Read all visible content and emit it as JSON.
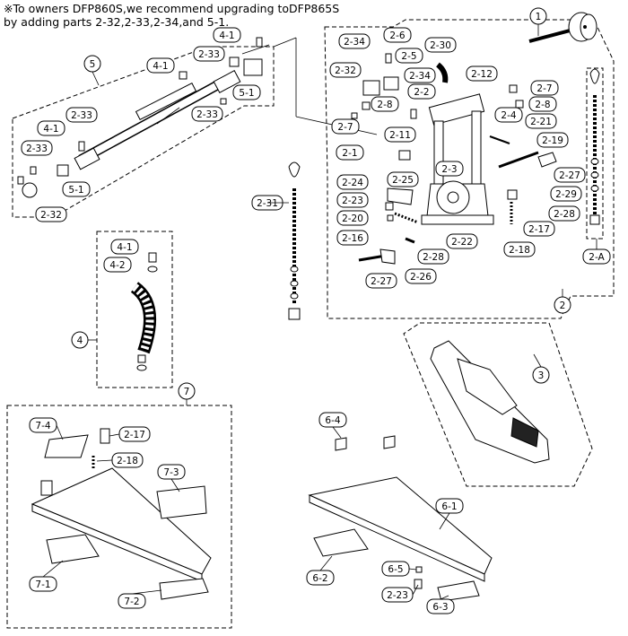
{
  "note": {
    "line1": "※To owners DFP860S,we recommend upgrading toDFP865S",
    "line2": "by adding parts 2-32,2-33,2-34,and 5-1."
  },
  "groups": {
    "g1": "1",
    "g2": "2",
    "g3": "3",
    "g4": "4",
    "g5": "5",
    "g7": "7"
  },
  "parts": {
    "p2_34": "2-34",
    "p2_6": "2-6",
    "p2_30": "2-30",
    "p2_5": "2-5",
    "p2_32a": "2-32",
    "p2_34b": "2-34",
    "p2_8a": "2-8",
    "p2_12": "2-12",
    "p2_7a": "2-7",
    "p2_2": "2-2",
    "p2_7b": "2-7",
    "p2_8b": "2-8",
    "p2_4": "2-4",
    "p2_21": "2-21",
    "p2_11": "2-11",
    "p2_19": "2-19",
    "p2_1": "2-1",
    "p2_3": "2-3",
    "p2_27a": "2-27",
    "p2_24": "2-24",
    "p2_25": "2-25",
    "p2_29": "2-29",
    "p2_23a": "2-23",
    "p2_28a": "2-28",
    "p2_20": "2-20",
    "p2_17a": "2-17",
    "p2_16": "2-16",
    "p2_22": "2-22",
    "p2_18a": "2-18",
    "p2_A": "2-A",
    "p2_28b": "2-28",
    "p2_27b": "2-27",
    "p2_26": "2-26",
    "p2_31": "2-31",
    "p4_1a": "4-1",
    "p2_33a": "2-33",
    "p5_1a": "5-1",
    "p4_1b": "4-1",
    "p2_33b": "2-33",
    "p2_33c": "2-33",
    "p4_1c": "4-1",
    "p2_33d": "2-33",
    "p5_1b": "5-1",
    "p2_32b": "2-32",
    "p4_1d": "4-1",
    "p4_2": "4-2",
    "p6_4": "6-4",
    "p6_1": "6-1",
    "p6_2": "6-2",
    "p6_5": "6-5",
    "p2_23b": "2-23",
    "p6_3": "6-3",
    "p7_4": "7-4",
    "p2_17b": "2-17",
    "p2_18b": "2-18",
    "p7_3": "7-3",
    "p7_1": "7-1",
    "p7_2": "7-2"
  }
}
